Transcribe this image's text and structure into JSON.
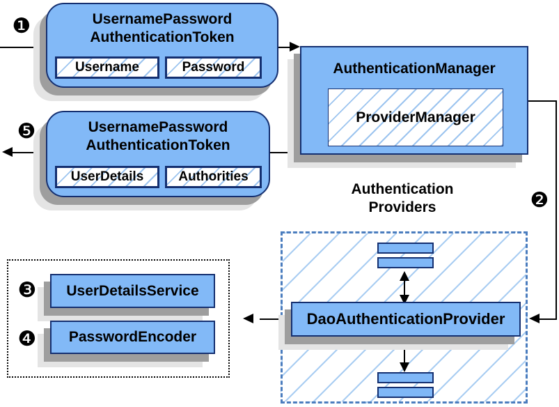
{
  "diagram": {
    "badges": {
      "b1": "❶",
      "b2": "❷",
      "b3": "❸",
      "b4": "❹",
      "b5": "❺"
    },
    "request_token": {
      "title_line1": "UsernamePassword",
      "title_line2": "AuthenticationToken",
      "fields": [
        "Username",
        "Password"
      ]
    },
    "auth_manager": {
      "title": "AuthenticationManager",
      "inner": "ProviderManager"
    },
    "result_token": {
      "title_line1": "UsernamePassword",
      "title_line2": "AuthenticationToken",
      "fields": [
        "UserDetails",
        "Authorities"
      ]
    },
    "providers_group": {
      "title_line1": "Authentication",
      "title_line2": "Providers",
      "main_provider": "DaoAuthenticationProvider"
    },
    "services": [
      "UserDetailsService",
      "PasswordEncoder"
    ],
    "colors": {
      "box_fill": "#82b9f7",
      "box_border": "#142f70",
      "hatch_line": "#9cc4ef",
      "dashed_border": "#4b7dbe",
      "shadow": "#9e9e9e",
      "shadow_light": "#e4e4e4",
      "connector": "#000000"
    }
  }
}
